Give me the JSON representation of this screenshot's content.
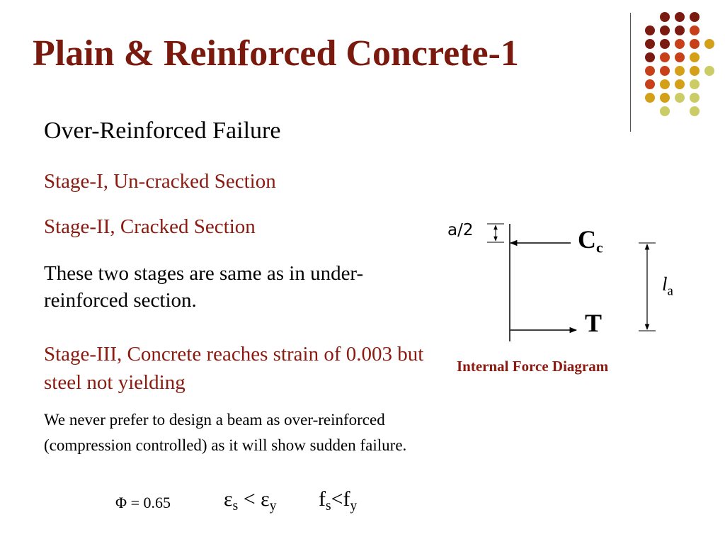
{
  "slide": {
    "title": "Plain & Reinforced Concrete-1",
    "heading": "Over-Reinforced Failure",
    "stage1": "Stage-I, Un-cracked Section",
    "stage2": "Stage-II, Cracked Section",
    "same_text": "These two stages are same as in under-reinforced section.",
    "stage3": "Stage-III, Concrete reaches strain of 0.003 but steel not yielding",
    "note": "We never prefer to design a beam as over-reinforced (compression controlled) as it will show sudden failure.",
    "phi": "Φ = 0.65",
    "eq1": {
      "a": "ε",
      "a_sub": "s",
      "op": " < ",
      "b": "ε",
      "b_sub": "y"
    },
    "eq2": {
      "a": "f",
      "a_sub": "s",
      "op": "<",
      "b": "f",
      "b_sub": "y"
    }
  },
  "diagram": {
    "a_half": "a/2",
    "cc": "C",
    "cc_sub": "c",
    "t": "T",
    "la": "l",
    "la_sub": "a",
    "caption": "Internal Force Diagram"
  },
  "colors": {
    "title": "#7a1a0e",
    "stage_text": "#8b1a10",
    "dot_dark": "#7a1a10",
    "dot_red": "#c8401a",
    "dot_gold": "#d4a017",
    "dot_pale": "#cccc66"
  }
}
